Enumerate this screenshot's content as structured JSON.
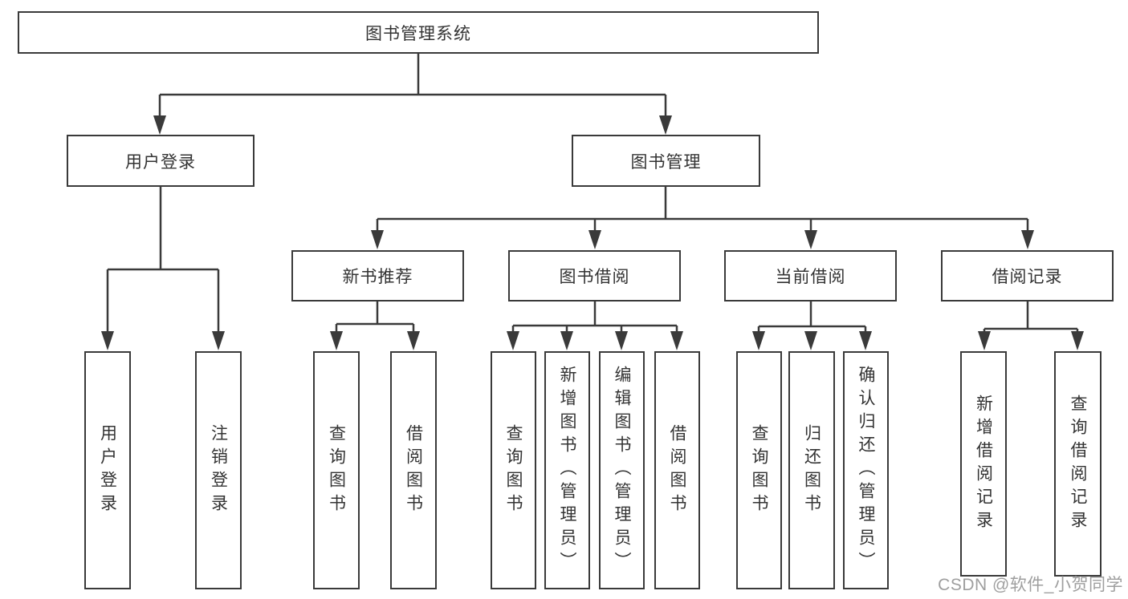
{
  "diagram": {
    "root": "图书管理系统",
    "level2": {
      "login": "用户登录",
      "management": "图书管理"
    },
    "level3": {
      "recommend": "新书推荐",
      "borrow": "图书借阅",
      "current": "当前借阅",
      "records": "借阅记录"
    },
    "leaves": {
      "login": [
        "用户登录",
        "注销登录"
      ],
      "recommend": [
        "查询图书",
        "借阅图书"
      ],
      "borrow": [
        "查询图书",
        "新增图书（管理员）",
        "编辑图书（管理员）",
        "借阅图书"
      ],
      "current": [
        "查询图书",
        "归还图书",
        "确认归还（管理员）"
      ],
      "records": [
        "新增借阅记录",
        "查询借阅记录"
      ]
    }
  },
  "watermark": "CSDN @软件_小贺同学",
  "colors": {
    "line": "#3a3a3a",
    "text": "#333333",
    "watermark": "#9e9e9e",
    "background": "#ffffff"
  }
}
